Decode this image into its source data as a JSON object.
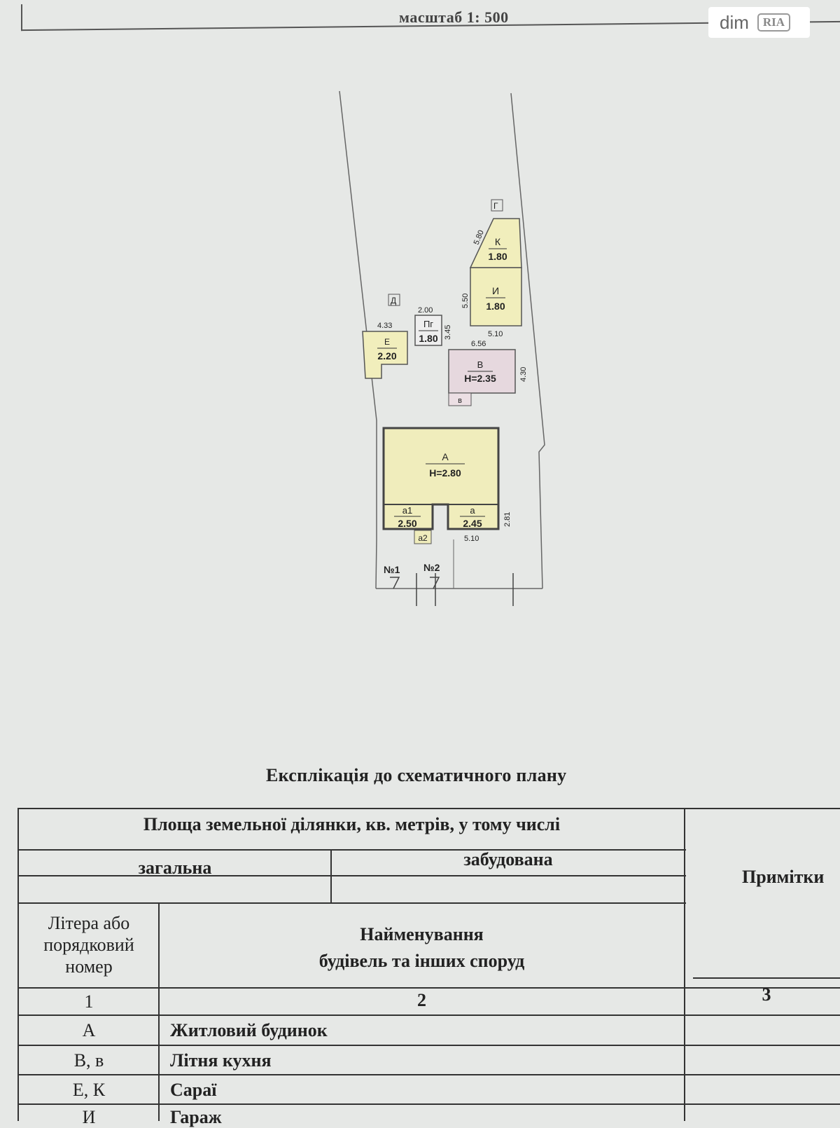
{
  "header": {
    "scale": "масштаб 1: 500"
  },
  "logo": {
    "dim": "dim",
    "ria": "RIA"
  },
  "plan": {
    "label_g": "Г",
    "label_d": "Д",
    "k": {
      "letter": "К",
      "height": "1.80",
      "dim": "5.80"
    },
    "i": {
      "letter": "И",
      "height": "1.80",
      "dim_side": "5.50",
      "dim_bottom": "5.10"
    },
    "pg": {
      "letter": "Пг",
      "height": "1.80",
      "dim_top": "2.00",
      "dim_side": "3.45"
    },
    "e": {
      "letter": "Е",
      "height": "2.20",
      "dim_top": "4.33"
    },
    "v": {
      "letter": "В",
      "height": "Н=2.35",
      "dim_top": "6.56",
      "dim_side": "4.30",
      "small": "в"
    },
    "a": {
      "letter": "А",
      "height": "Н=2.80"
    },
    "a1": {
      "letter": "а1",
      "height": "2.50"
    },
    "a_small": {
      "letter": "а",
      "height": "2.45",
      "dim_side": "2.81",
      "dim_bottom": "5.10"
    },
    "a2": {
      "letter": "а2"
    },
    "gate1": "№1",
    "gate2": "№2"
  },
  "explication": {
    "title": "Експлікація до схематичного плану",
    "area_header": "Площа земельної ділянки, кв. метрів, у тому числі",
    "total": "загальна",
    "built": "забудована",
    "notes": "Примітки",
    "col1": [
      "Літера або",
      "порядковий",
      "номер"
    ],
    "col2": [
      "Найменування",
      "будівель та інших споруд"
    ],
    "numbers": [
      "1",
      "2",
      "3"
    ],
    "rows": [
      {
        "letter": "А",
        "name": "Житловий будинок"
      },
      {
        "letter": "В, в",
        "name": "Літня кухня"
      },
      {
        "letter": "Е, К",
        "name": "Сараї"
      },
      {
        "letter": "И",
        "name": "Гараж"
      }
    ]
  }
}
